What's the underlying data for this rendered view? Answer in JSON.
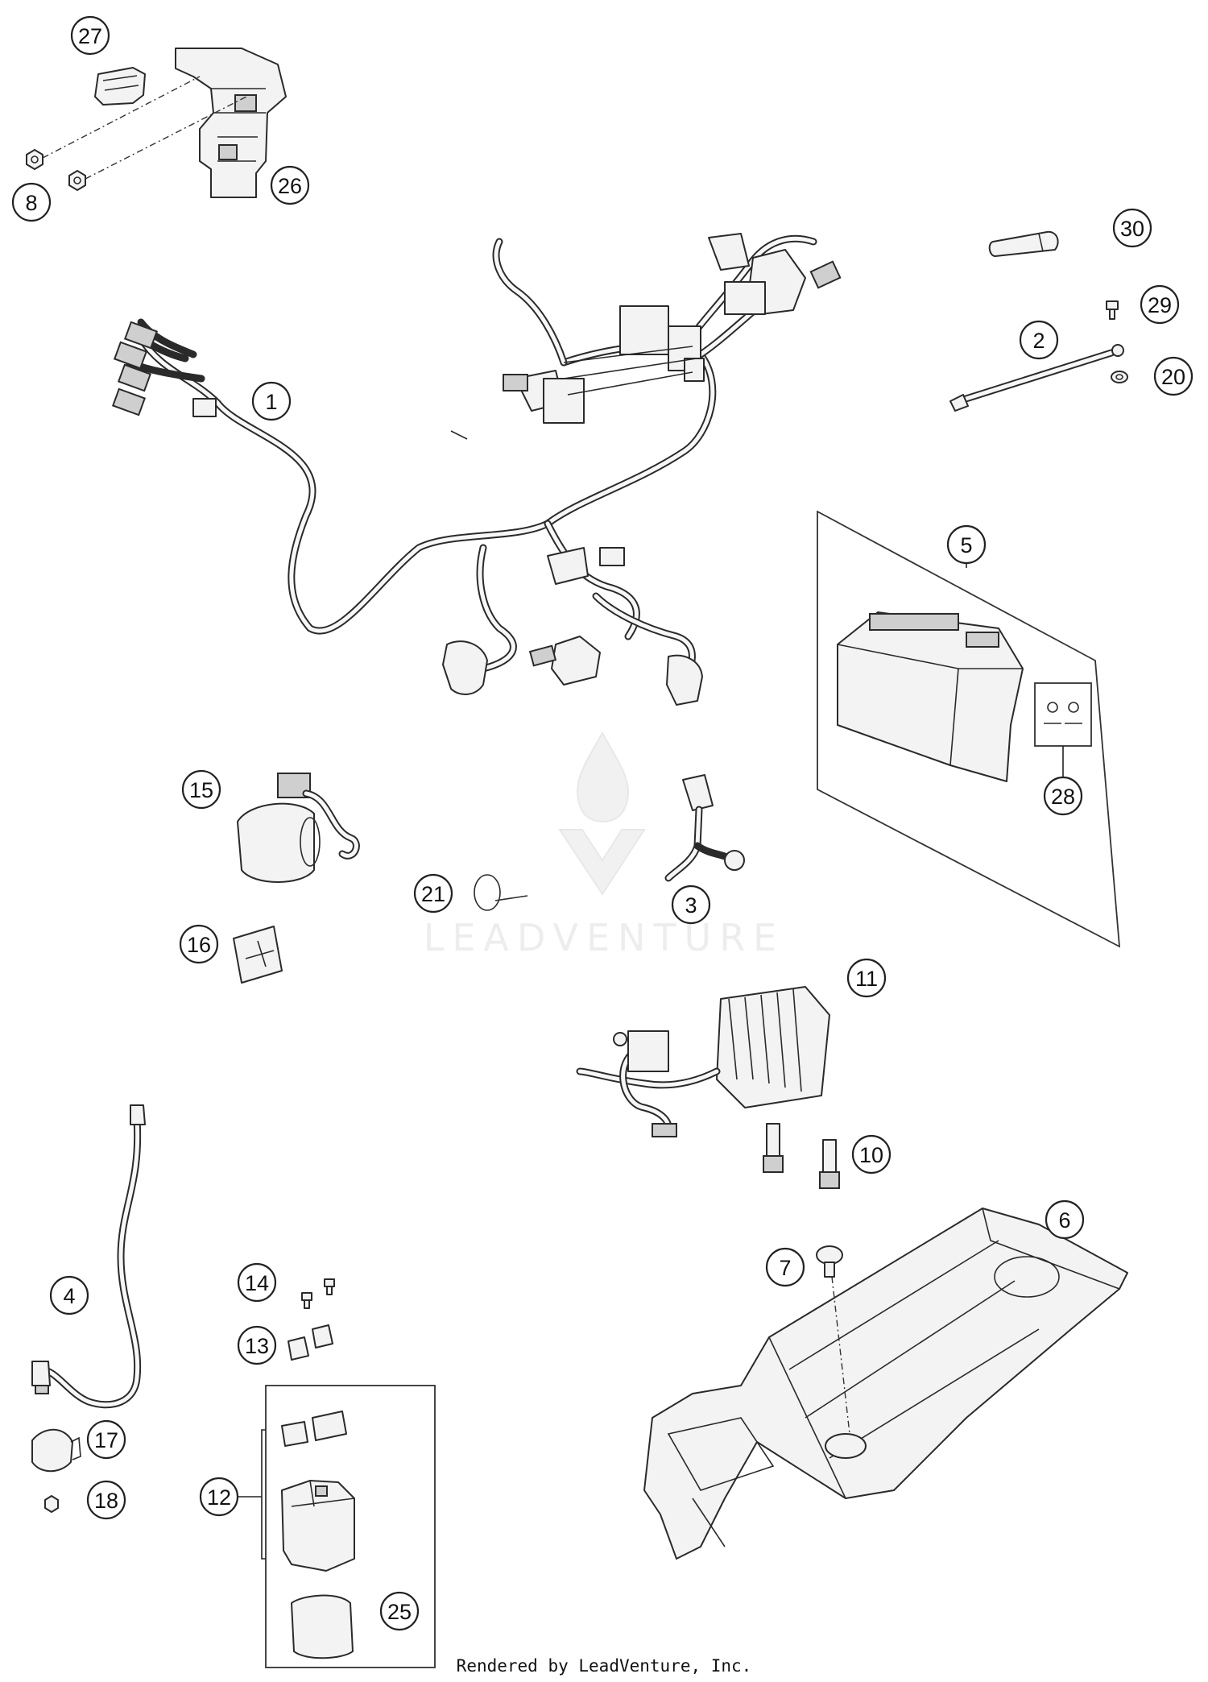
{
  "callouts": [
    {
      "id": "c27",
      "label": "27"
    },
    {
      "id": "c8",
      "label": "8"
    },
    {
      "id": "c26",
      "label": "26"
    },
    {
      "id": "c30",
      "label": "30"
    },
    {
      "id": "c29",
      "label": "29"
    },
    {
      "id": "c2",
      "label": "2"
    },
    {
      "id": "c20",
      "label": "20"
    },
    {
      "id": "c1",
      "label": "1"
    },
    {
      "id": "c5",
      "label": "5"
    },
    {
      "id": "c28",
      "label": "28"
    },
    {
      "id": "c15",
      "label": "15"
    },
    {
      "id": "c21",
      "label": "21"
    },
    {
      "id": "c3",
      "label": "3"
    },
    {
      "id": "c16",
      "label": "16"
    },
    {
      "id": "c11",
      "label": "11"
    },
    {
      "id": "c10",
      "label": "10"
    },
    {
      "id": "c6",
      "label": "6"
    },
    {
      "id": "c7",
      "label": "7"
    },
    {
      "id": "c4",
      "label": "4"
    },
    {
      "id": "c14",
      "label": "14"
    },
    {
      "id": "c13",
      "label": "13"
    },
    {
      "id": "c17",
      "label": "17"
    },
    {
      "id": "c18",
      "label": "18"
    },
    {
      "id": "c12",
      "label": "12"
    },
    {
      "id": "c25",
      "label": "25"
    }
  ],
  "watermark": "LEADVENTURE",
  "footer": "Rendered by LeadVenture, Inc."
}
